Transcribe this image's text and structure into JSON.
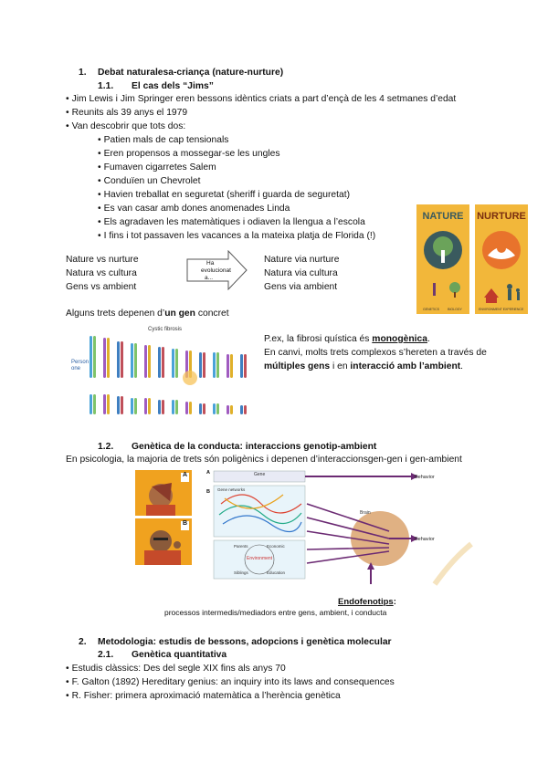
{
  "section1": {
    "number": "1.",
    "title": "Debat naturalesa-criança (nature-nurture)",
    "sub": {
      "number": "1.1.",
      "title": "El cas dels “Jims”"
    },
    "bullets": [
      "Jim Lewis i Jim Springer eren bessons idèntics criats a part d’ençà de les 4 setmanes d’edat",
      "Reunits als 39 anys el 1979",
      "Van descobrir que tots dos:"
    ],
    "subbullets": [
      "Patien mals de cap tensionals",
      "Eren propensos a mossegar-se les ungles",
      "Fumaven cigarretes Salem",
      "Conduïen un Chevrolet",
      "Havien treballat en seguretat (sheriff i guarda de seguretat)",
      "Es van casar amb dones anomenades Linda",
      "Els agradaven les matemàtiques i odiaven la llengua a l’escola",
      "I fins i tot passaven les vacances a la mateixa platja de Florida (!)"
    ],
    "left_terms": [
      "Nature vs nurture",
      "Natura vs cultura",
      "Gens vs ambient"
    ],
    "arrow_text": [
      "Ha",
      "evolucionat",
      "a..."
    ],
    "right_terms": [
      "Nature via nurture",
      "Natura via cultura",
      "Gens via ambient"
    ],
    "nature_nurture_fig": {
      "nature": "NATURE",
      "nurture": "NURTURE",
      "nature_labels": [
        "GENETICS",
        "BIOLOGY"
      ],
      "nurture_labels": [
        "ENVIRONMENT",
        "EXPERIENCE"
      ]
    },
    "gene_line_pre": "Alguns trets depenen d’",
    "gene_line_bold": "un gen",
    "gene_line_post": " concret",
    "karyo": {
      "title": "Cystic fibrosis",
      "person": "Person one"
    },
    "fibrosis_pre": "P.ex, la fibrosi quística és ",
    "fibrosis_bold": "monogènica",
    "fibrosis_post": ".",
    "complex_line1": "En canvi, molts trets complexos s’hereten a través de",
    "complex_bold1": "múltiples gens",
    "complex_mid": " i en ",
    "complex_bold2": "interacció amb l’ambient",
    "complex_end": "."
  },
  "section12": {
    "number": "1.2.",
    "title": "Genètica de la conducta: interaccions genotip-ambient",
    "intro": "En psicologia, la majoria de trets són poligènics i depenen d’interaccionsgen-gen i gen-ambient",
    "fig": {
      "label_a": "A",
      "label_b": "B",
      "panel_a": "A",
      "panel_b": "B",
      "gene": "Gene",
      "gene_networks": "Gene networks",
      "environment": "Environment",
      "parents": "Parents",
      "economic": "Economic",
      "siblings": "Siblings",
      "education": "Education",
      "behavior1": "Behavior",
      "behavior2": "Behavior",
      "brain": "Brain"
    },
    "endo_title": "Endofenotips",
    "endo_colon": ":",
    "endo_desc": "processos intermedis/mediadors entre gens, ambient, i conducta"
  },
  "section2": {
    "number": "2.",
    "title": "Metodologia: estudis de bessons, adopcions i genètica molecular",
    "sub": {
      "number": "2.1.",
      "title": "Genètica quantitativa"
    },
    "bullets": [
      "Estudis clàssics: Des del segle XIX fins als anys 70",
      "F. Galton (1892) Hereditary genius: an inquiry into its laws and consequences",
      "R. Fisher: primera aproximació matemàtica a l’herència genètica"
    ]
  },
  "colors": {
    "nature_bg": "#f2b73a",
    "nurture_bg": "#f2b73a",
    "nature_circle": "#3a5a5e",
    "nurture_circle": "#e8732c",
    "arrow_purple": "#6b2a73",
    "brain": "#e0b183"
  }
}
